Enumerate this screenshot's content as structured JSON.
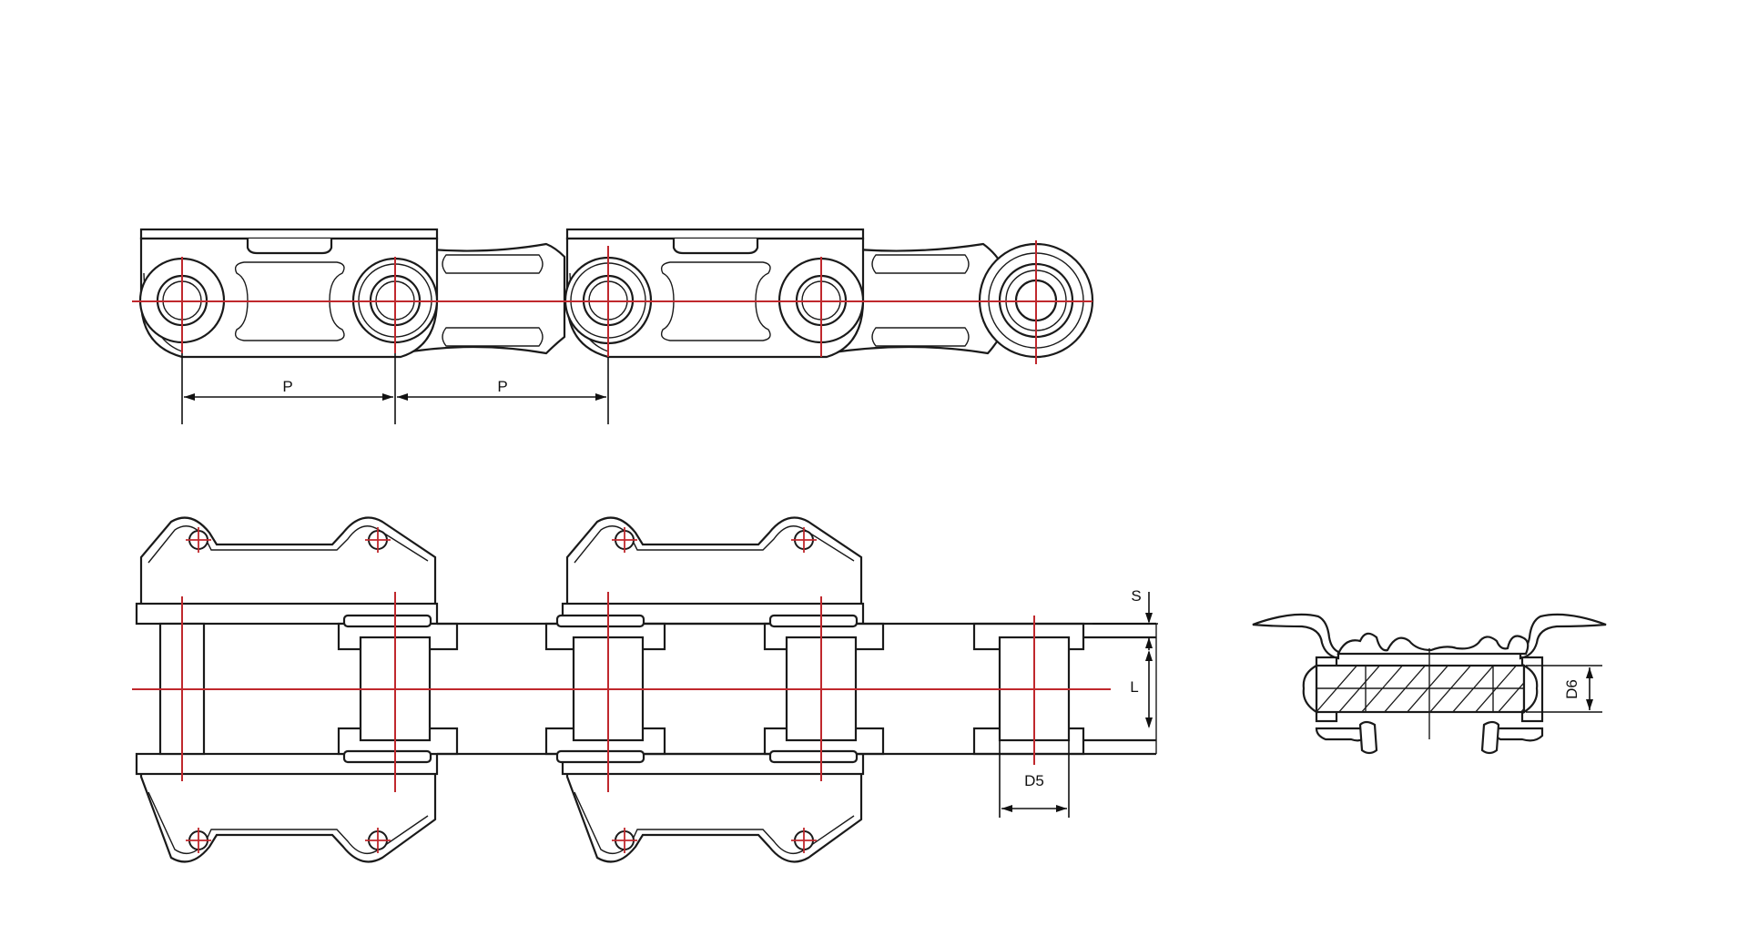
{
  "colors": {
    "outline": "#1a1a1a",
    "centerline": "#c0282d",
    "background": "#ffffff"
  },
  "labels": {
    "pitch_1": "P",
    "pitch_2": "P",
    "plate_thickness": "S",
    "inner_width": "L",
    "roller_diameter": "D5",
    "pin_diameter": "D6"
  }
}
